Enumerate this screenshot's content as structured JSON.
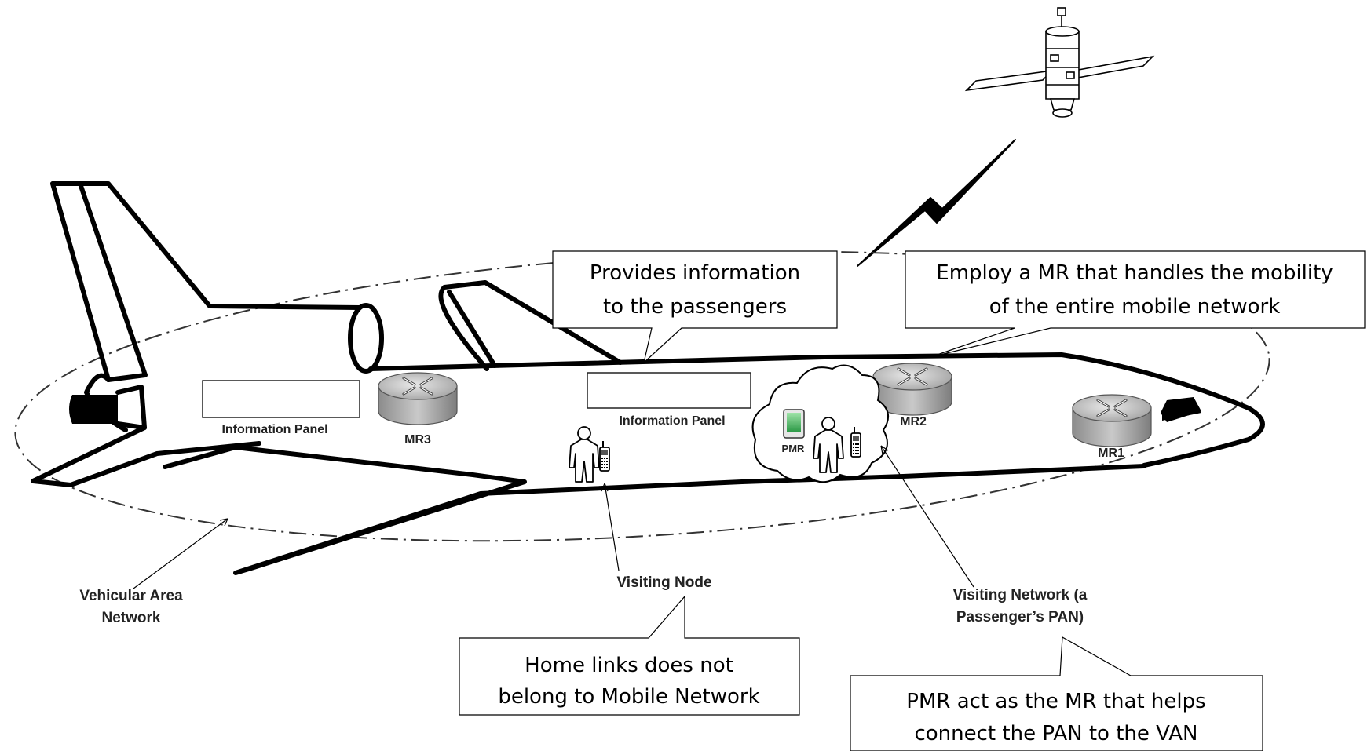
{
  "panels": [
    {
      "id": "panel-left",
      "label": "Information Panel"
    },
    {
      "id": "panel-center",
      "label": "Information Panel"
    }
  ],
  "routers": [
    {
      "id": "mr3",
      "label": "MR3"
    },
    {
      "id": "mr2",
      "label": "MR2"
    },
    {
      "id": "mr1",
      "label": "MR1"
    }
  ],
  "pan_cloud": {
    "label": "PMR"
  },
  "labels": {
    "van_line1": "Vehicular Area",
    "van_line2": "Network",
    "visiting_node": "Visiting Node",
    "visiting_network_line1": "Visiting Network (a",
    "visiting_network_line2": "Passenger’s PAN)"
  },
  "callouts": {
    "info_line1": "Provides information",
    "info_line2": "to the passengers",
    "mr_line1": "Employ a MR that handles the mobility",
    "mr_line2": "of the entire mobile network",
    "home_line1": "Home links does not",
    "home_line2": "belong to Mobile Network",
    "pmr_line1": "PMR act as the MR that helps",
    "pmr_line2": "connect the PAN to the VAN"
  },
  "icons": [
    "satellite-icon",
    "lightning-link-icon",
    "router-icon",
    "person-icon",
    "mobile-phone-icon",
    "pda-icon",
    "cloud-icon"
  ]
}
